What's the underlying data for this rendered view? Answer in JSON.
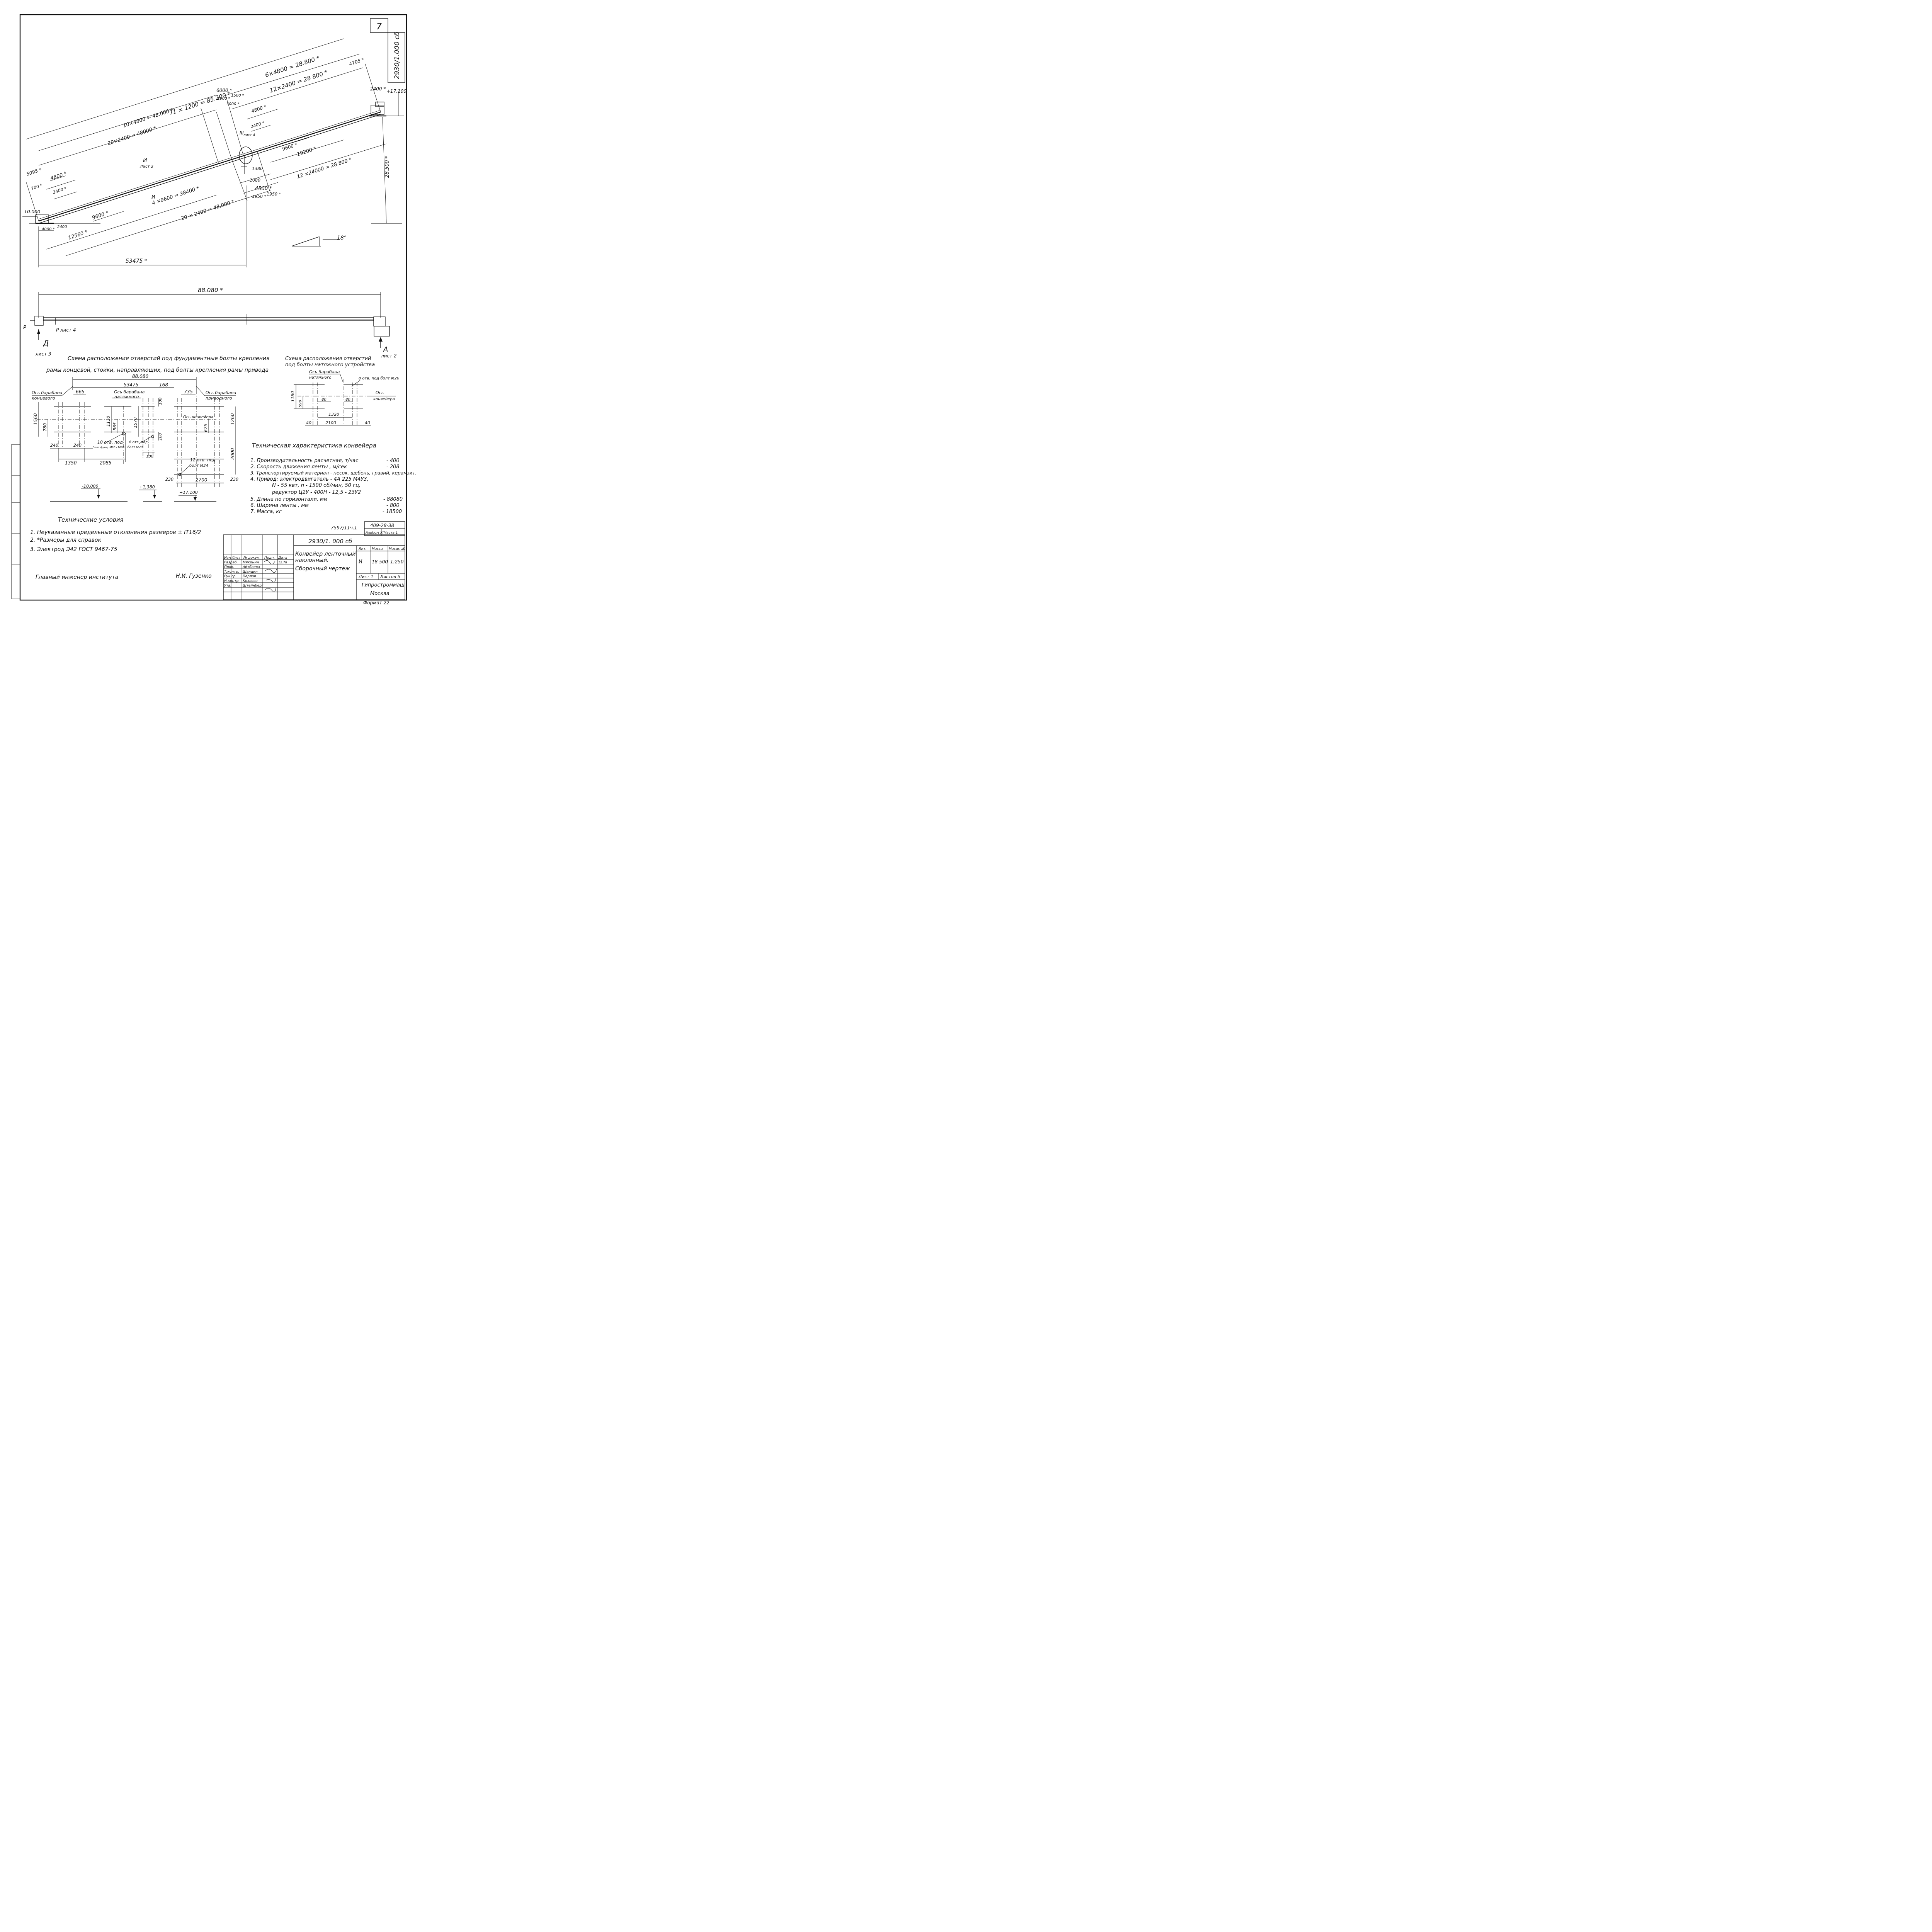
{
  "sheet_number": "7",
  "doc_code_vertical": "2930/1.000 сб",
  "elevation": {
    "dims": {
      "total_chain": "71 × 1200 = 85.200 *",
      "upper_a": "6×4800 = 28.800 *",
      "upper_b": "12×2400 = 28 800 *",
      "d4705": "4705 *",
      "d2400_top": "2400 *",
      "elev_top": "+17.100",
      "d10x4800": "10×4800 = 48.000 *",
      "d20x2400": "20×2400 = 48000 *",
      "d6000": "6000 *",
      "d1500a": "1500 *",
      "d1500b": "1500 *",
      "d3000": "3000 *",
      "d4800m": "4800 *",
      "d2400m": "2400 *",
      "d9600m": "9600 *",
      "d19200": "19200 *",
      "d12x24000": "12 ×24000 = 28.800 *",
      "d28500": "28.500 *",
      "d5095": "5095 *",
      "d700": "700 *",
      "d4800l": "4800 *",
      "d2400l": "2400 *",
      "d9600l": "9600 *",
      "d4x9600": "4 ×9600 = 38400 *",
      "d20x2400b": "20 × 2400 = 48.000 *",
      "d1380": "1380",
      "d1080": "1080",
      "d4500": "4500 *",
      "d1950a": "1950 *",
      "d1950b": "1950 *",
      "elev_bottom": "-10.000",
      "d4000": "4000 *",
      "d2400b": "2400",
      "d12560": "12560 *",
      "d53475": "53475 *",
      "angle": "18°"
    },
    "views": {
      "sec_III": "III",
      "sec_III_sheet": "лист 4",
      "sec_I": "И",
      "sec_I_sheet": "Лист 3",
      "sec_I_bot": "И"
    }
  },
  "plan": {
    "d88080": "88.080 *",
    "r_left": "Р",
    "r_label": "Р лист 4",
    "d_label": "Д",
    "d_sheet": "лист 3",
    "a_label": "А",
    "a_sheet": "лист 2"
  },
  "holes_scheme": {
    "title1": "Схема расположения отверстий под фундаментные болты крепления",
    "title2": "рамы концевой, стойки, направляющих, под болты крепления рамы привода",
    "d88080": "88.080",
    "d53475": "53475",
    "d168": "168",
    "d665": "665",
    "d735": "735",
    "axis_end": "Ось барабана",
    "axis_end_sub": "концевого",
    "axis_tension": "Ось барабана",
    "axis_tension_sub": "натяжного",
    "axis_drive": "Ось барабана",
    "axis_drive_sub": "приводного",
    "axis_conv": "Ось конвейера",
    "d1560": "1560",
    "d780": "780",
    "d240a": "240",
    "d240b": "240",
    "d1130": "1130",
    "d565": "565",
    "d1570": "1570",
    "d100a": "100",
    "d100b": "100",
    "d675": "675",
    "d1260": "1260",
    "d2000": "2000",
    "d1350": "1350",
    "d2085": "2085",
    "d100c": "100",
    "holes10": "10 отв. под",
    "holes10_sub": "болт фунд. М20×1000",
    "holes8": "8 отв. под",
    "holes8_sub": "болт М20",
    "holes12": "12 отв. под",
    "holes12_sub": "болт М24",
    "d230a": "230",
    "d2700": "2700",
    "d230b": "230",
    "lev1": "-10,000",
    "lev2": "+1,380",
    "lev3": "+17,100"
  },
  "tension_scheme": {
    "title1": "Схема расположения отверстий",
    "title2": "под болты натяжного устройства",
    "axis": "Ось барабана",
    "axis_sub": "натяжного",
    "holes": "8 отв. под болт М20",
    "conv_axis": "Ось",
    "conv_axis_sub": "конвейера",
    "d1180": "1180",
    "d590": "590",
    "d80a": "80",
    "d80b": "80",
    "d1320": "1320",
    "d40a": "40",
    "d2100": "2100",
    "d40b": "40"
  },
  "specs": {
    "title": "Техническая характеристика конвейера",
    "items": [
      {
        "text": "1. Производительность расчетная, т/час",
        "value": "- 400"
      },
      {
        "text": "2. Скорость движения ленты , м/сек",
        "value": "- 208"
      },
      {
        "text": "3. Транспортируемый материал - песок, щебень, гравий, керамзит.",
        "value": ""
      },
      {
        "text": "4. Привод: электродвигатель - 4А 225 М4У3,",
        "value": ""
      },
      {
        "text": "N - 55 квт, n - 1500 об/мин, 50 гц,",
        "value": ""
      },
      {
        "text": "редуктор Ц2У - 400Н - 12,5 - 23У2",
        "value": ""
      },
      {
        "text": "5. Длина по горизонтали, мм",
        "value": "- 88080"
      },
      {
        "text": "6. Ширина ленты , мм",
        "value": "- 800"
      },
      {
        "text": "7. Масса, кг",
        "value": "- 18500"
      }
    ]
  },
  "conditions": {
    "title": "Технические условия",
    "items": [
      "1. Неуказанные предельные отклонения размеров ± IT16/2",
      "2. *Размеры для справок",
      "3. Электрод Э42 ГОСТ 9467-75"
    ]
  },
  "signature_line": {
    "role": "Главный инженер института",
    "name": "Н.И. Гузенко"
  },
  "title_block": {
    "project": "409-28-38",
    "album": "Альбом XI",
    "part": "Часть 1",
    "inv": "7597/11ч.1",
    "doc": "2930/1. 000 сб",
    "name1": "Конвейер ленточный",
    "name2": "наклонный.",
    "name3": "Сборочный чертеж",
    "hdr": [
      "Изм",
      "Лист",
      "№ докум.",
      "Подп.",
      "Дата"
    ],
    "roles": [
      {
        "role": "Разраб.",
        "name": "Мякинин",
        "date": "12.78"
      },
      {
        "role": "Пров.",
        "name": "Айтбаева",
        "date": ""
      },
      {
        "role": "Т.контр.",
        "name": "Шалдин",
        "date": ""
      },
      {
        "role": "Рук.гр.",
        "name": "Перлов",
        "date": ""
      },
      {
        "role": "Н.контр.",
        "name": "Козлова",
        "date": ""
      },
      {
        "role": "Утв.",
        "name": "Штейнберг",
        "date": ""
      }
    ],
    "lit_label": "Лит.",
    "mass_label": "Масса",
    "scale_label": "Масштаб",
    "lit": "И",
    "mass": "18 500",
    "scale": "1:250",
    "sheet": "Лист 1",
    "sheets": "Листов 5",
    "org1": "Гипростроммаш",
    "org2": "Москва",
    "format": "Формат 22"
  }
}
